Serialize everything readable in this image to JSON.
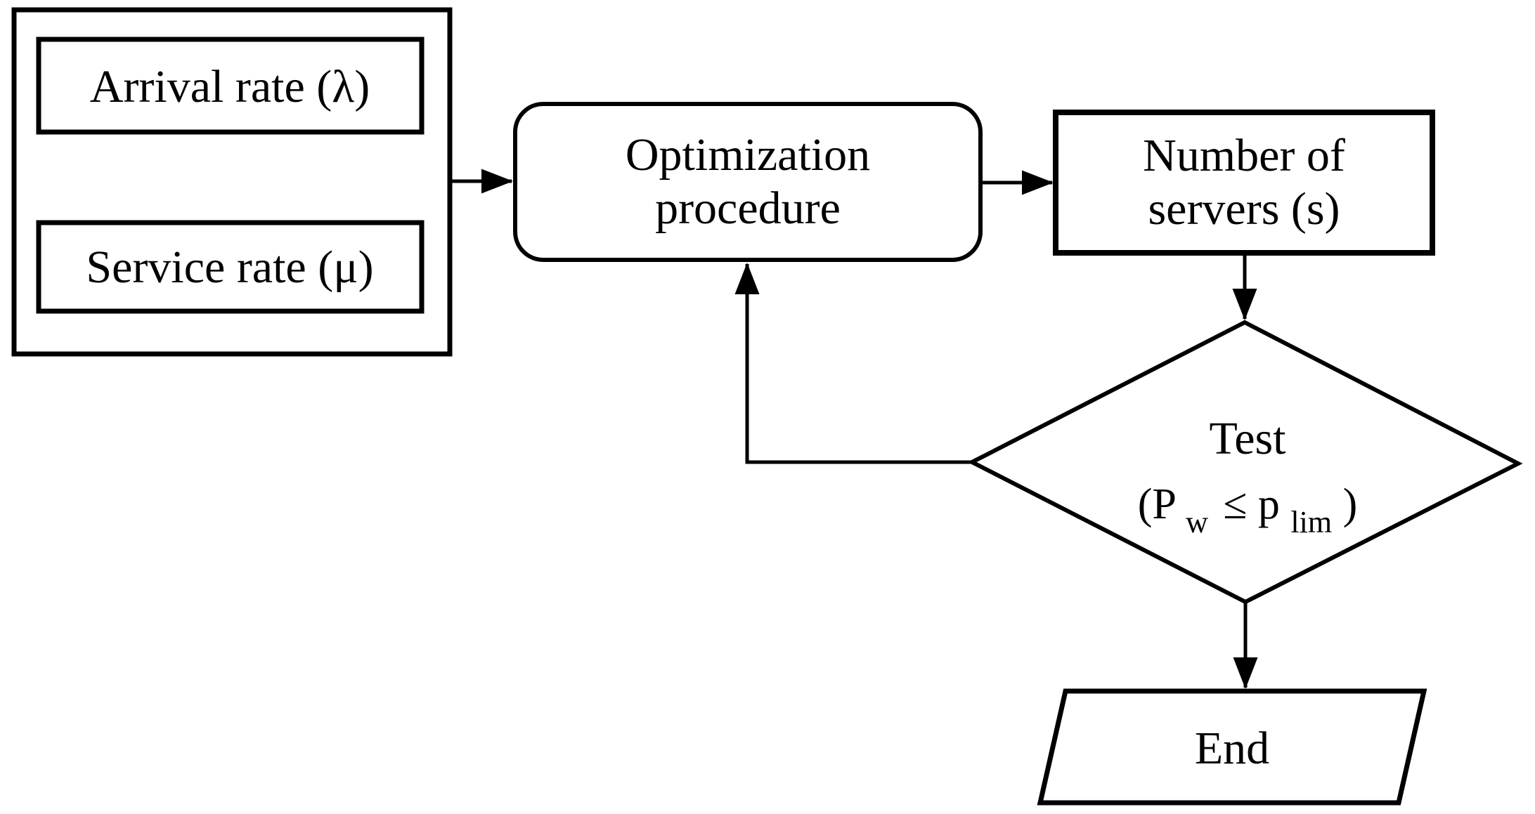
{
  "colors": {
    "background": "#ffffff",
    "stroke": "#000000",
    "text": "#000000",
    "arrowhead": "#000000"
  },
  "nodes": {
    "inputs": {
      "arrival_label": "Arrival rate (λ)",
      "service_label": "Service rate (μ)"
    },
    "optimization": {
      "line1": "Optimization",
      "line2": "procedure"
    },
    "servers": {
      "line1": "Number of",
      "line2": "servers (s)"
    },
    "test": {
      "title": "Test",
      "formula_open": "(P",
      "formula_sub_w": "w",
      "formula_operator": " ≤ p",
      "formula_sub_lim": "lim",
      "formula_close": ")"
    },
    "end": {
      "label": "End"
    }
  }
}
